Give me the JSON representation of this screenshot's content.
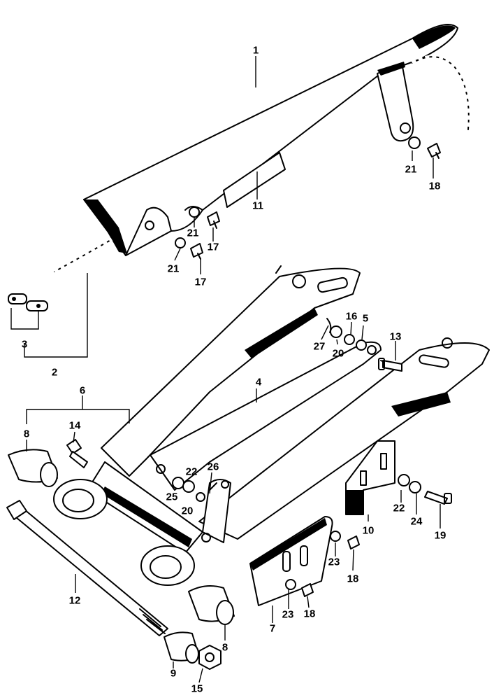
{
  "diagram": {
    "callouts": [
      {
        "id": "c1",
        "text": "1"
      },
      {
        "id": "c2",
        "text": "2"
      },
      {
        "id": "c3",
        "text": "3"
      },
      {
        "id": "c4",
        "text": "4"
      },
      {
        "id": "c5",
        "text": "5"
      },
      {
        "id": "c6",
        "text": "6"
      },
      {
        "id": "c7",
        "text": "7"
      },
      {
        "id": "c8a",
        "text": "8"
      },
      {
        "id": "c8b",
        "text": "8"
      },
      {
        "id": "c9",
        "text": "9"
      },
      {
        "id": "c10",
        "text": "10"
      },
      {
        "id": "c11",
        "text": "11"
      },
      {
        "id": "c12",
        "text": "12"
      },
      {
        "id": "c13",
        "text": "13"
      },
      {
        "id": "c14",
        "text": "14"
      },
      {
        "id": "c15",
        "text": "15"
      },
      {
        "id": "c16",
        "text": "16"
      },
      {
        "id": "c17a",
        "text": "17"
      },
      {
        "id": "c17b",
        "text": "17"
      },
      {
        "id": "c18a",
        "text": "18"
      },
      {
        "id": "c18b",
        "text": "18"
      },
      {
        "id": "c18c",
        "text": "18"
      },
      {
        "id": "c19",
        "text": "19"
      },
      {
        "id": "c20a",
        "text": "20"
      },
      {
        "id": "c20b",
        "text": "20"
      },
      {
        "id": "c21a",
        "text": "21"
      },
      {
        "id": "c21b",
        "text": "21"
      },
      {
        "id": "c21c",
        "text": "21"
      },
      {
        "id": "c22a",
        "text": "22"
      },
      {
        "id": "c22b",
        "text": "22"
      },
      {
        "id": "c23a",
        "text": "23"
      },
      {
        "id": "c23b",
        "text": "23"
      },
      {
        "id": "c24",
        "text": "24"
      },
      {
        "id": "c25",
        "text": "25"
      },
      {
        "id": "c26",
        "text": "26"
      },
      {
        "id": "c27",
        "text": "27"
      }
    ]
  }
}
